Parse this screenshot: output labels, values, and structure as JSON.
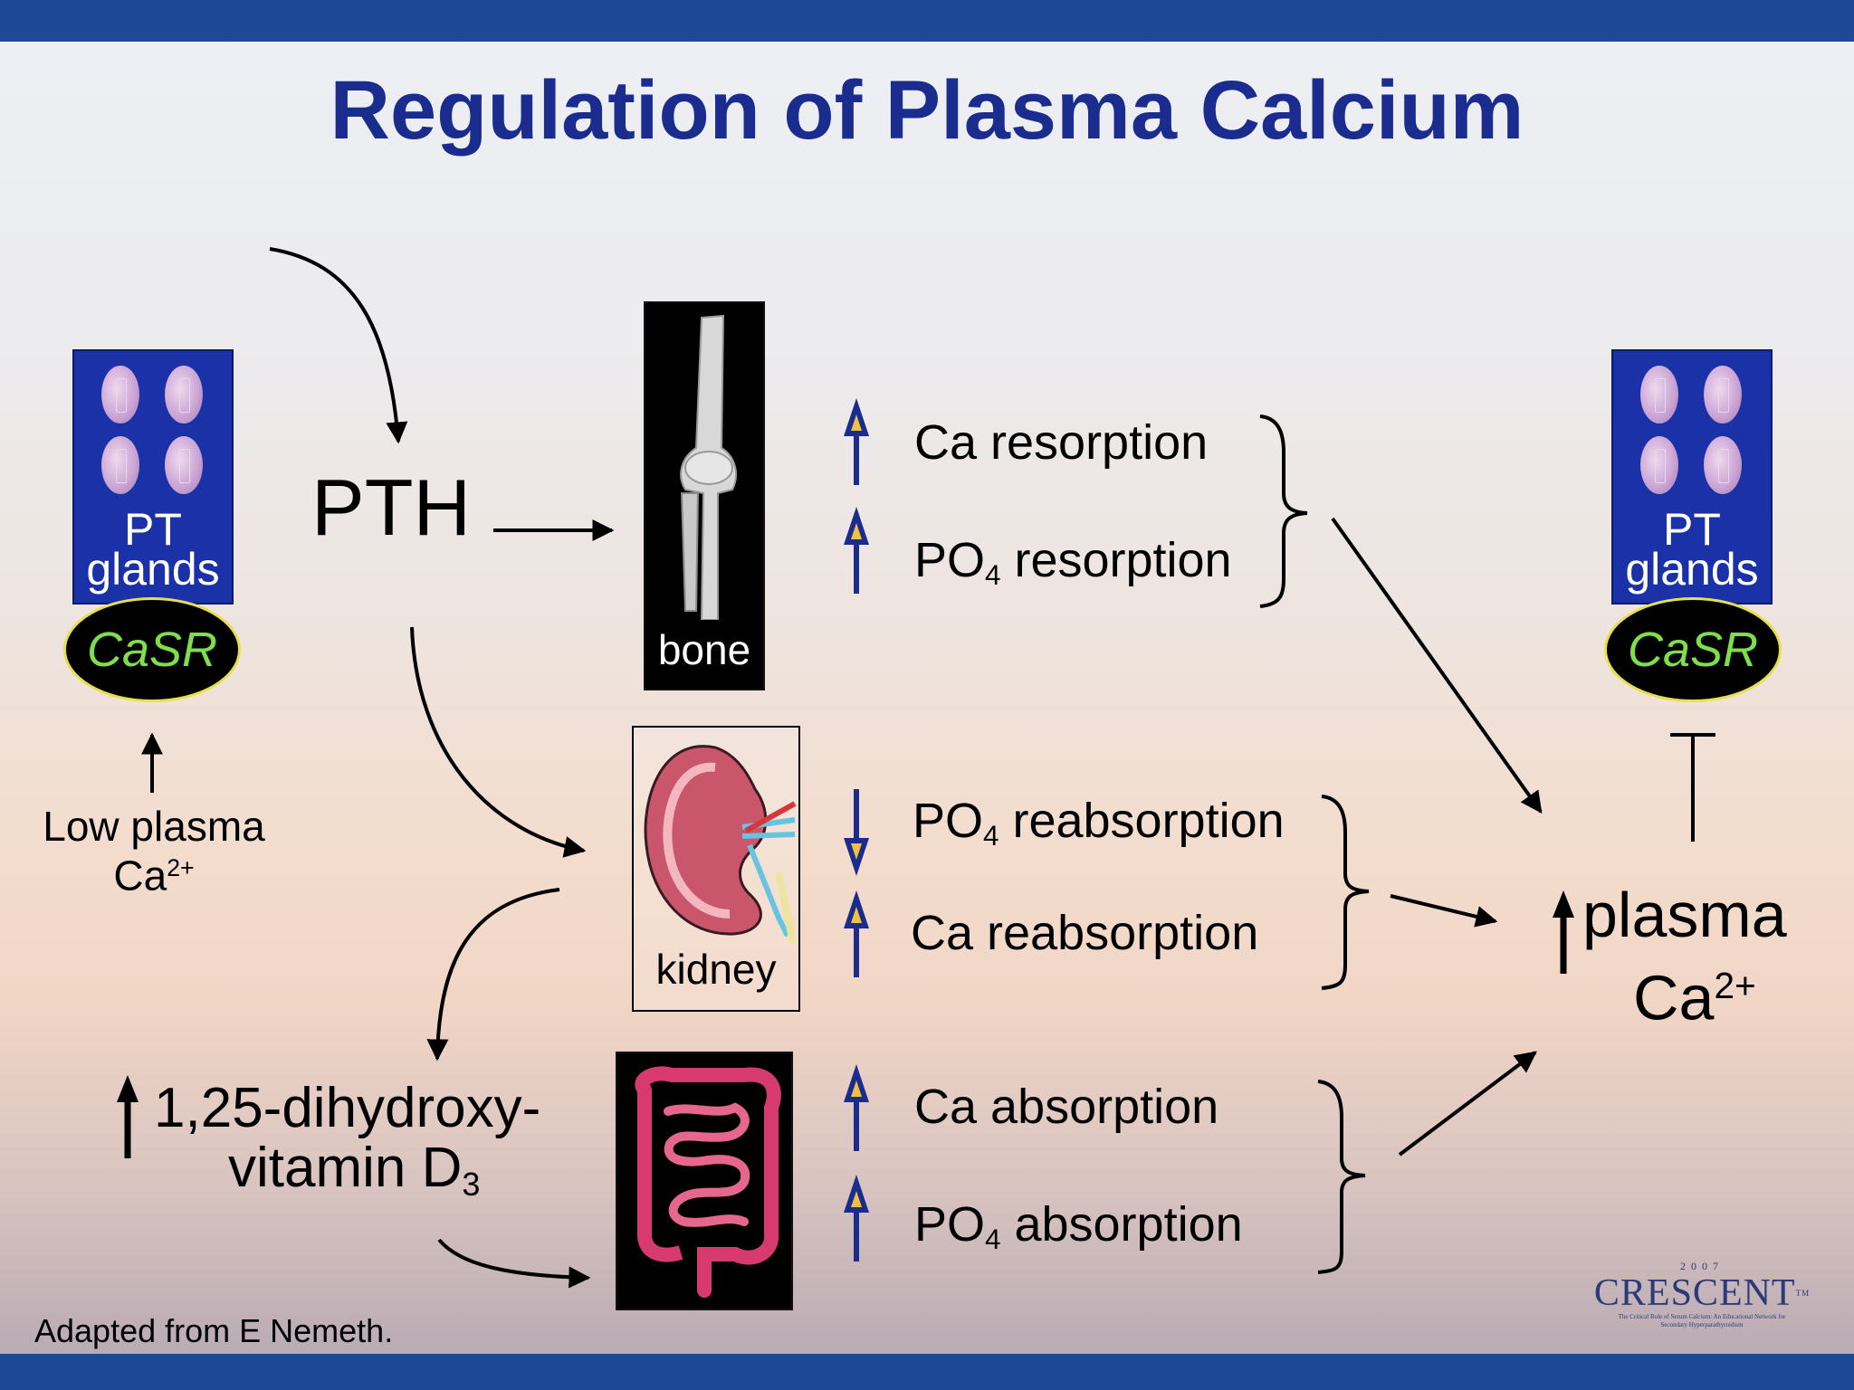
{
  "title": "Regulation of Plasma Calcium",
  "left_gland": {
    "line1": "PT",
    "line2": "glands",
    "receptor": "CaSR"
  },
  "right_gland": {
    "line1": "PT",
    "line2": "glands",
    "receptor": "CaSR"
  },
  "stimulus": {
    "line1": "Low plasma",
    "line2": "Ca",
    "charge": "2+"
  },
  "hormone": "PTH",
  "vitamin": {
    "line1": "1,25-dihydroxy-",
    "line2": "vitamin D",
    "subscript": "3"
  },
  "organs": {
    "bone": "bone",
    "kidney": "kidney"
  },
  "effects": {
    "bone": [
      {
        "direction": "up",
        "pre": "Ca resorption",
        "sub": "",
        "post": ""
      },
      {
        "direction": "up",
        "pre": "PO",
        "sub": "4",
        "post": " resorption"
      }
    ],
    "kidney": [
      {
        "direction": "down",
        "pre": "PO",
        "sub": "4",
        "post": " reabsorption"
      },
      {
        "direction": "up",
        "pre": "Ca reabsorption",
        "sub": "",
        "post": ""
      }
    ],
    "gut": [
      {
        "direction": "up",
        "pre": "Ca absorption",
        "sub": "",
        "post": ""
      },
      {
        "direction": "up",
        "pre": "PO",
        "sub": "4",
        "post": " absorption"
      }
    ]
  },
  "outcome": {
    "line1": "plasma",
    "line2": "Ca",
    "charge": "2+"
  },
  "credit": "Adapted from E Nemeth.",
  "logo": {
    "year": "2007",
    "name": "CRESCENT",
    "tm": "TM",
    "tagline": "The Critical Role of Serum Calcium: An Educational Network for Secondary Hyperparathyroidism"
  },
  "colors": {
    "band": "#1d4894",
    "title": "#1b2c8f",
    "gland_box": "#1a31a8",
    "receptor_text": "#7de04a",
    "effect_arrow": "#1b2c8f",
    "effect_arrow_fill": "#f0c040"
  }
}
